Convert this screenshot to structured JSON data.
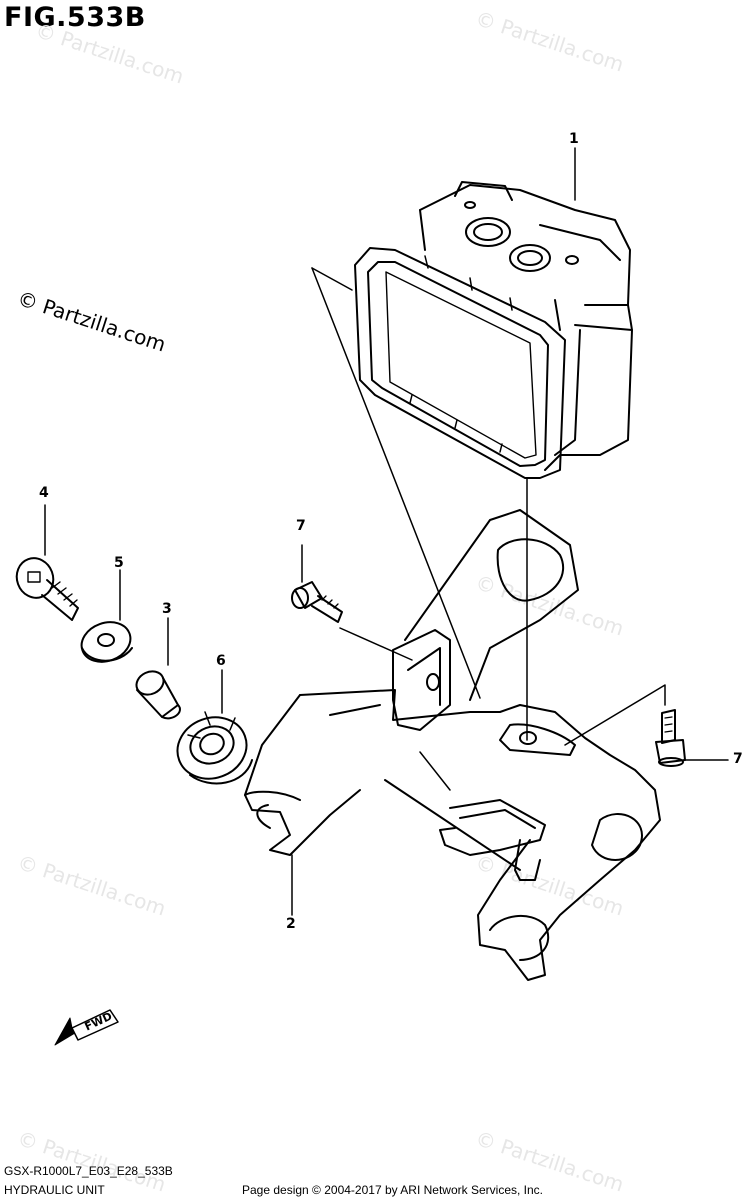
{
  "figure": {
    "title": "FIG.533B"
  },
  "watermark": {
    "text": "© Partzilla.com"
  },
  "callouts": {
    "c1": "1",
    "c2": "2",
    "c3": "3",
    "c4": "4",
    "c5": "5",
    "c6": "6",
    "c7a": "7",
    "c7b": "7"
  },
  "direction": {
    "label": "FWD"
  },
  "footer": {
    "model_code": "GSX-R1000L7_E03_E28_533B",
    "unit_name": "HYDRAULIC UNIT",
    "copyright": "Page design © 2004-2017 by ARI Network Services, Inc."
  }
}
